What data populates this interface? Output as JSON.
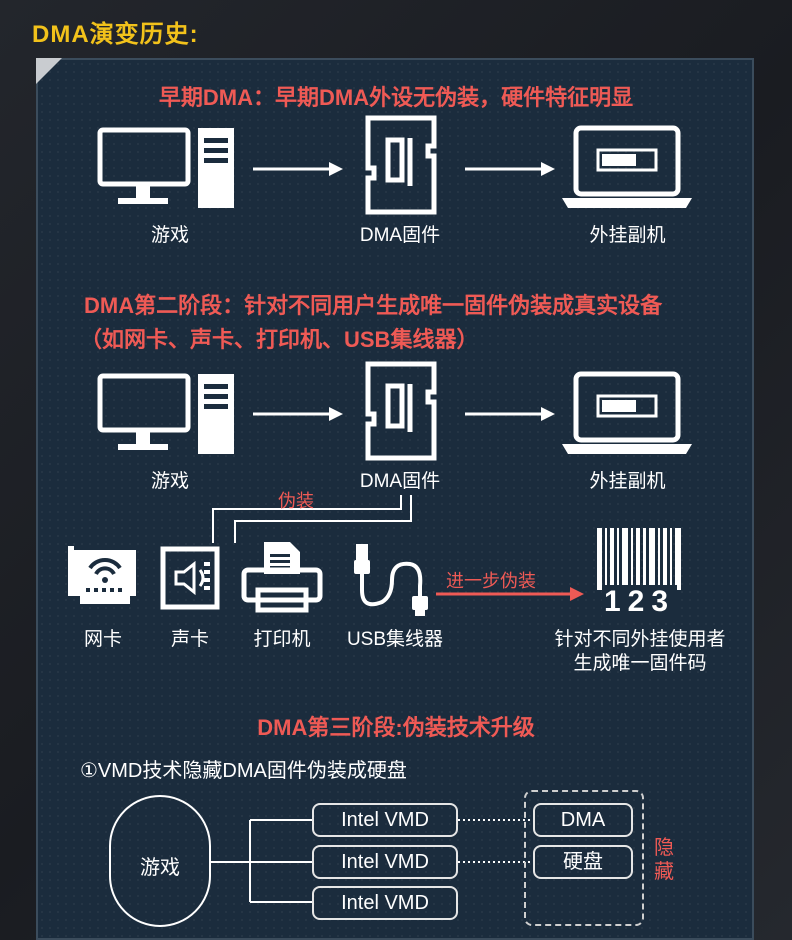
{
  "header": {
    "title": "DMA演变历史:"
  },
  "stage1": {
    "heading": "早期DMA：早期DMA外设无伪装，硬件特征明显",
    "nodes": [
      "游戏",
      "DMA固件",
      "外挂副机"
    ]
  },
  "stage2": {
    "heading_line1": "DMA第二阶段：针对不同用户生成唯一固件伪装成真实设备",
    "heading_line2": "（如网卡、声卡、打印机、USB集线器）",
    "nodes": [
      "游戏",
      "DMA固件",
      "外挂副机"
    ],
    "disguise_label": "伪装",
    "devices": [
      "网卡",
      "声卡",
      "打印机",
      "USB集线器"
    ],
    "further_label": "进一步伪装",
    "barcode_digits": "123",
    "barcode_caption_line1": "针对不同外挂使用者",
    "barcode_caption_line2": "生成唯一固件码"
  },
  "stage3": {
    "heading": "DMA第三阶段:伪装技术升级",
    "item1": "①VMD技术隐藏DMA固件伪装成硬盘",
    "game": "游戏",
    "vmd": [
      "Intel VMD",
      "Intel VMD",
      "Intel VMD"
    ],
    "hidden_boxes": [
      "DMA",
      "硬盘"
    ],
    "hidden_label": "隐藏"
  },
  "colors": {
    "accent_red": "#ef5a55",
    "title_yellow": "#f2c21b",
    "panel_bg": "#1b2c3d"
  }
}
